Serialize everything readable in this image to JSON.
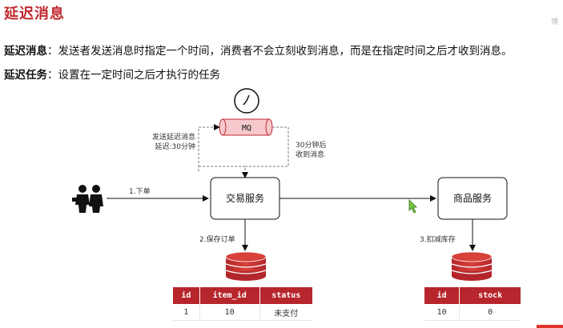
{
  "slide": {
    "title": "延迟消息",
    "corner_tag": "博",
    "def1_term": "延迟消息",
    "def1_text": "：发送者发送消息时指定一个时间，消费者不会立刻收到消息，而是在指定时间之后才收到消息。",
    "def2_term": "延迟任务",
    "def2_text": "：设置在一定时间之后才执行的任务"
  },
  "diagram": {
    "mq_label": "MQ",
    "send_note_line1": "发送延迟消息",
    "send_note_line2": "延迟:30分钟",
    "receive_note_line1": "30分钟后",
    "receive_note_line2": "收到消息",
    "trade_service": "交易服务",
    "goods_service": "商品服务",
    "step1": "1.下单",
    "step2": "2.保存订单",
    "step3": "3.扣减库存"
  },
  "order_table": {
    "headers": [
      "id",
      "item_id",
      "status"
    ],
    "rows": [
      [
        "1",
        "10",
        "未支付"
      ]
    ]
  },
  "stock_table": {
    "headers": [
      "id",
      "stock"
    ],
    "rows": [
      [
        "10",
        "0"
      ]
    ]
  },
  "colors": {
    "accent": "#c0272d",
    "mq_fill": "#f6c9cc",
    "db_red": "#c9302c"
  },
  "icons": [
    "clock-icon",
    "users-icon",
    "database-icon",
    "cursor-icon"
  ]
}
